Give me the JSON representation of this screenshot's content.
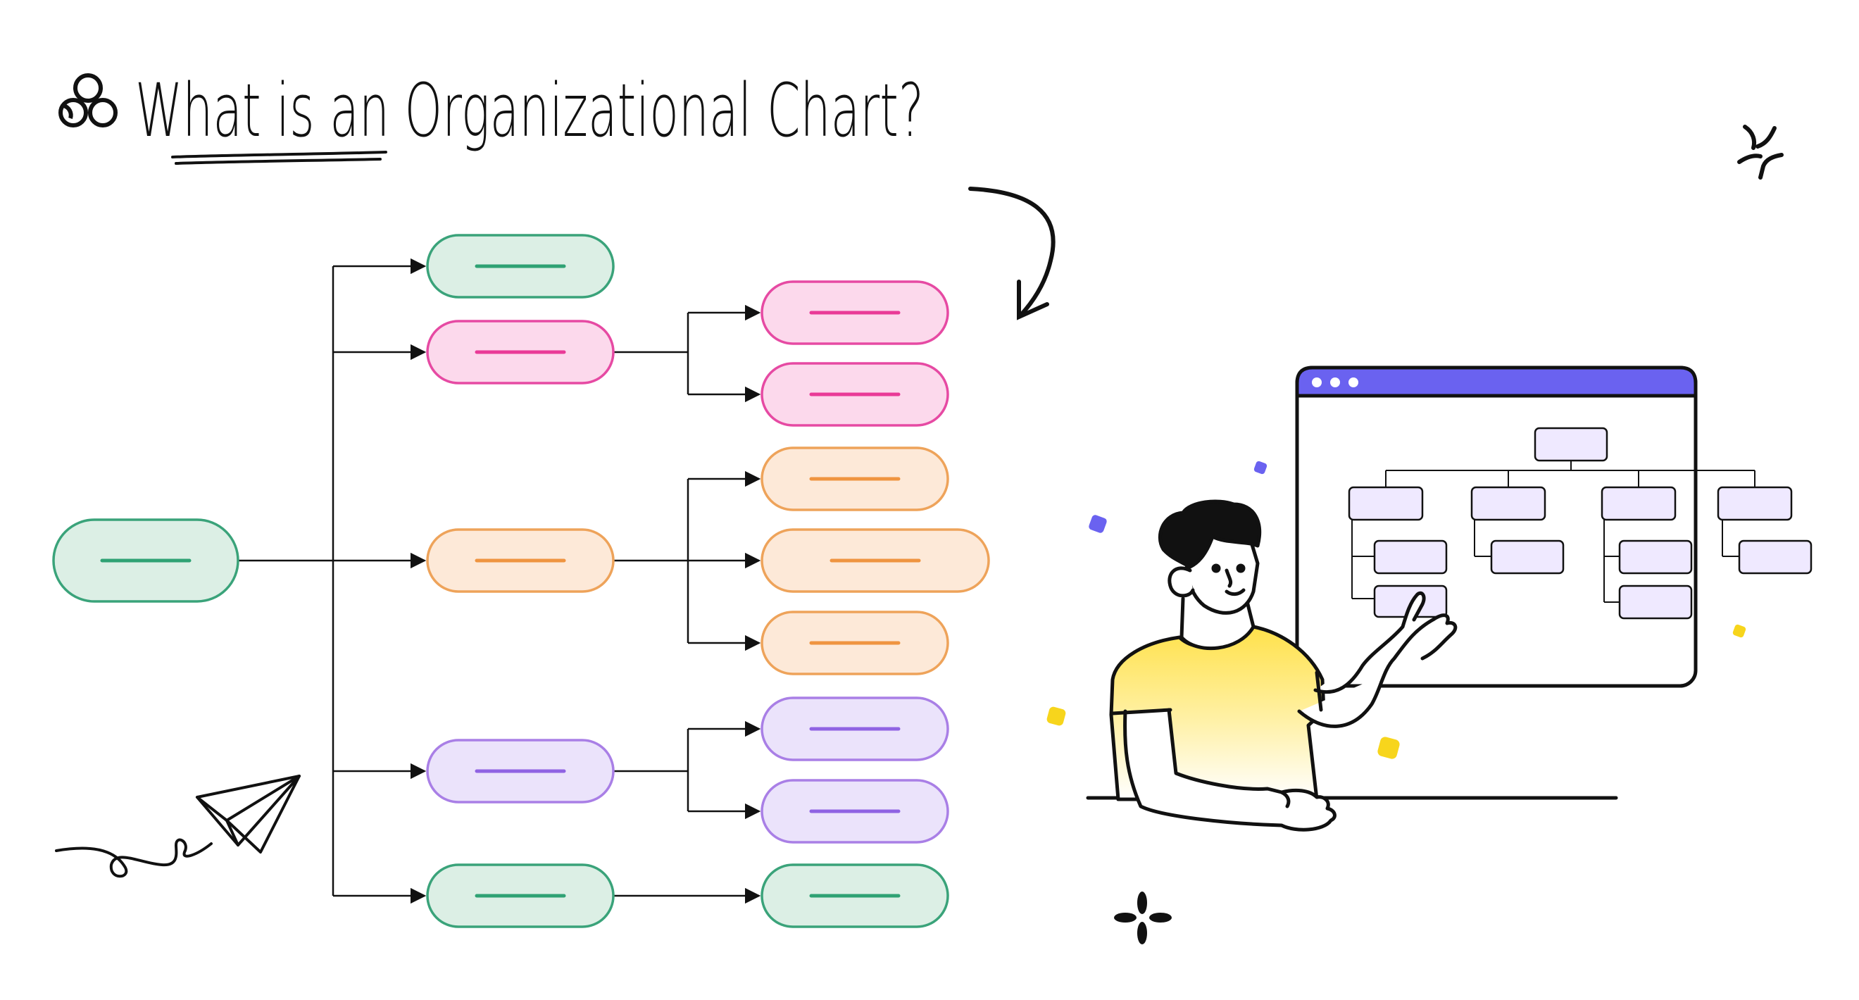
{
  "title": "What is an Organizational Chart?",
  "colors": {
    "line": "#111111",
    "green_fill": "#dcefe5",
    "green_stroke": "#3aa37a",
    "green_bar": "#2fa274",
    "pink_fill": "#fcd9ec",
    "pink_stroke": "#e64aa3",
    "pink_bar": "#e93a97",
    "orange_fill": "#fde9d8",
    "orange_stroke": "#eea35a",
    "orange_bar": "#ef9440",
    "purple_fill": "#ebe3fb",
    "purple_stroke": "#a97fe6",
    "purple_bar": "#8f63e3",
    "window_bar": "#6a62f0",
    "mini_box_fill": "#efe9ff",
    "shirt_yellow": "#ffe14a",
    "confetti_blue": "#6a62f0",
    "confetti_yellow": "#f7d51c"
  },
  "org_chart": {
    "root": {
      "color": "green"
    },
    "branches": [
      {
        "color": "green",
        "children": []
      },
      {
        "color": "pink",
        "children": [
          "pink",
          "pink"
        ]
      },
      {
        "color": "orange",
        "children": [
          "orange",
          "orange",
          "orange"
        ]
      },
      {
        "color": "purple",
        "children": [
          "purple",
          "purple"
        ]
      },
      {
        "color": "green",
        "children": [
          "green"
        ]
      }
    ]
  },
  "illustration": {
    "icons": [
      "org-logo-icon",
      "paper-plane-icon",
      "curved-arrow-icon",
      "sparkle-icon",
      "burst-icon"
    ],
    "window_controls": [
      "dot",
      "dot",
      "dot"
    ]
  }
}
